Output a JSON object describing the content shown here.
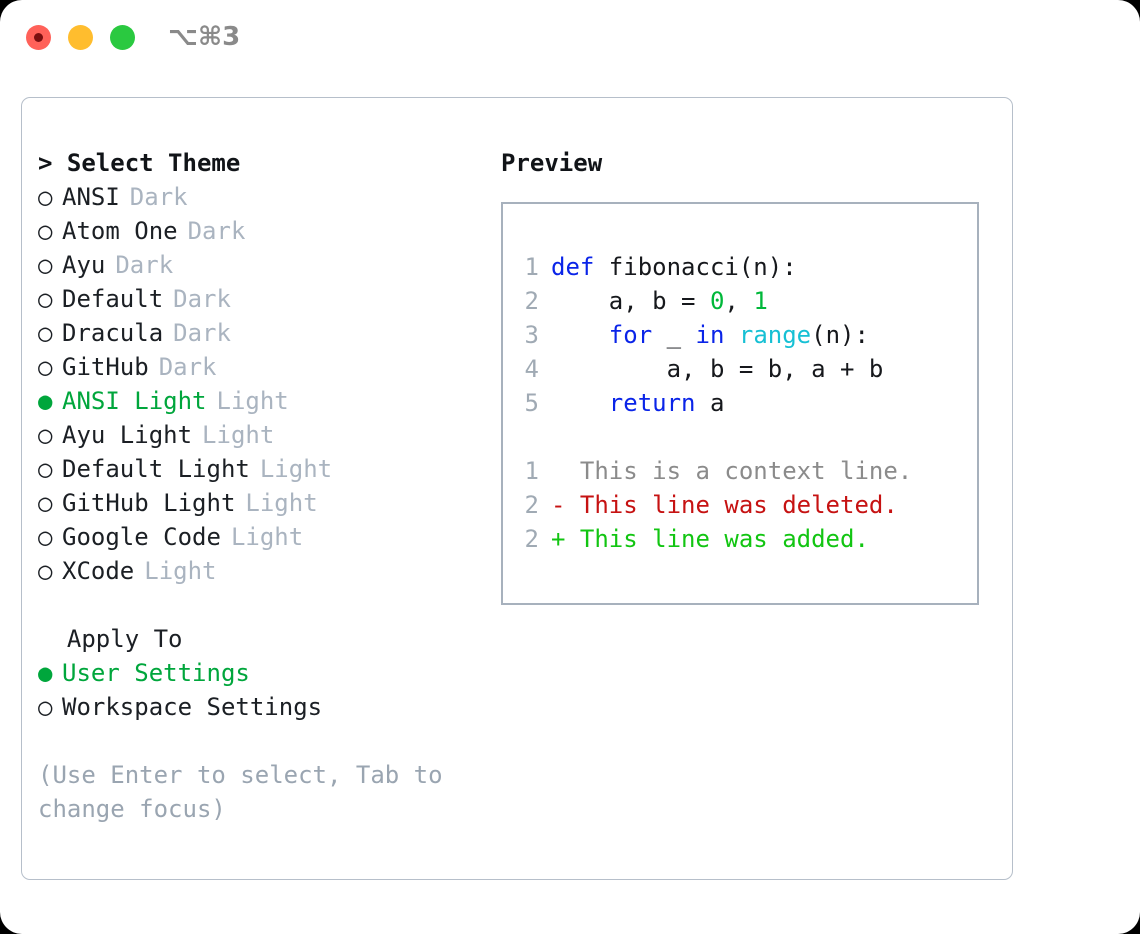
{
  "titlebar": {
    "shortcut": "⌥⌘3",
    "buttons": [
      {
        "name": "close",
        "color": "#ff6159"
      },
      {
        "name": "minimize",
        "color": "#ffbd2e"
      },
      {
        "name": "maximize",
        "color": "#2ac940"
      }
    ]
  },
  "theme_panel": {
    "heading": "> Select Theme",
    "selected_bullet": "●",
    "unselected_bullet": "○",
    "accent_color": "#00a63c",
    "variant_color": "#aab4c0",
    "items": [
      {
        "bullet": "○",
        "name": "ANSI",
        "variant": "Dark",
        "selected": false
      },
      {
        "bullet": "○",
        "name": "Atom One",
        "variant": "Dark",
        "selected": false
      },
      {
        "bullet": "○",
        "name": "Ayu",
        "variant": "Dark",
        "selected": false
      },
      {
        "bullet": "○",
        "name": "Default",
        "variant": "Dark",
        "selected": false
      },
      {
        "bullet": "○",
        "name": "Dracula",
        "variant": "Dark",
        "selected": false
      },
      {
        "bullet": "○",
        "name": "GitHub",
        "variant": "Dark",
        "selected": false
      },
      {
        "bullet": "●",
        "name": "ANSI Light",
        "variant": "Light",
        "selected": true
      },
      {
        "bullet": "○",
        "name": "Ayu Light",
        "variant": "Light",
        "selected": false
      },
      {
        "bullet": "○",
        "name": "Default Light",
        "variant": "Light",
        "selected": false
      },
      {
        "bullet": "○",
        "name": "GitHub Light",
        "variant": "Light",
        "selected": false
      },
      {
        "bullet": "○",
        "name": "Google Code",
        "variant": "Light",
        "selected": false
      },
      {
        "bullet": "○",
        "name": "XCode",
        "variant": "Light",
        "selected": false
      }
    ]
  },
  "apply_to": {
    "heading": "  Apply To",
    "items": [
      {
        "bullet": "●",
        "label": "User Settings",
        "selected": true
      },
      {
        "bullet": "○",
        "label": "Workspace Settings",
        "selected": false
      }
    ]
  },
  "help_text": "(Use Enter to select, Tab to change focus)",
  "preview": {
    "title": "Preview",
    "code_lines": [
      {
        "number": "1",
        "tokens": [
          {
            "text": "def",
            "type": "kw"
          },
          {
            "text": " fibonacci(n):",
            "type": "plain"
          }
        ]
      },
      {
        "number": "2",
        "tokens": [
          {
            "text": "    a, b = ",
            "type": "plain"
          },
          {
            "text": "0",
            "type": "num"
          },
          {
            "text": ", ",
            "type": "plain"
          },
          {
            "text": "1",
            "type": "num"
          }
        ]
      },
      {
        "number": "3",
        "tokens": [
          {
            "text": "    ",
            "type": "plain"
          },
          {
            "text": "for",
            "type": "kw"
          },
          {
            "text": " _ ",
            "type": "plain"
          },
          {
            "text": "in",
            "type": "kw"
          },
          {
            "text": " ",
            "type": "plain"
          },
          {
            "text": "range",
            "type": "fn"
          },
          {
            "text": "(n):",
            "type": "plain"
          }
        ]
      },
      {
        "number": "4",
        "tokens": [
          {
            "text": "        a, b = b, a + b",
            "type": "plain"
          }
        ]
      },
      {
        "number": "5",
        "tokens": [
          {
            "text": "    ",
            "type": "plain"
          },
          {
            "text": "return",
            "type": "kw"
          },
          {
            "text": " a",
            "type": "plain"
          }
        ]
      }
    ],
    "diff_lines": [
      {
        "number": "1",
        "marker": "  ",
        "text": "This is a context line.",
        "type": "ctx"
      },
      {
        "number": "2",
        "marker": "- ",
        "text": "This line was deleted.",
        "type": "del"
      },
      {
        "number": "2",
        "marker": "+ ",
        "text": "This line was added.",
        "type": "add"
      }
    ]
  }
}
